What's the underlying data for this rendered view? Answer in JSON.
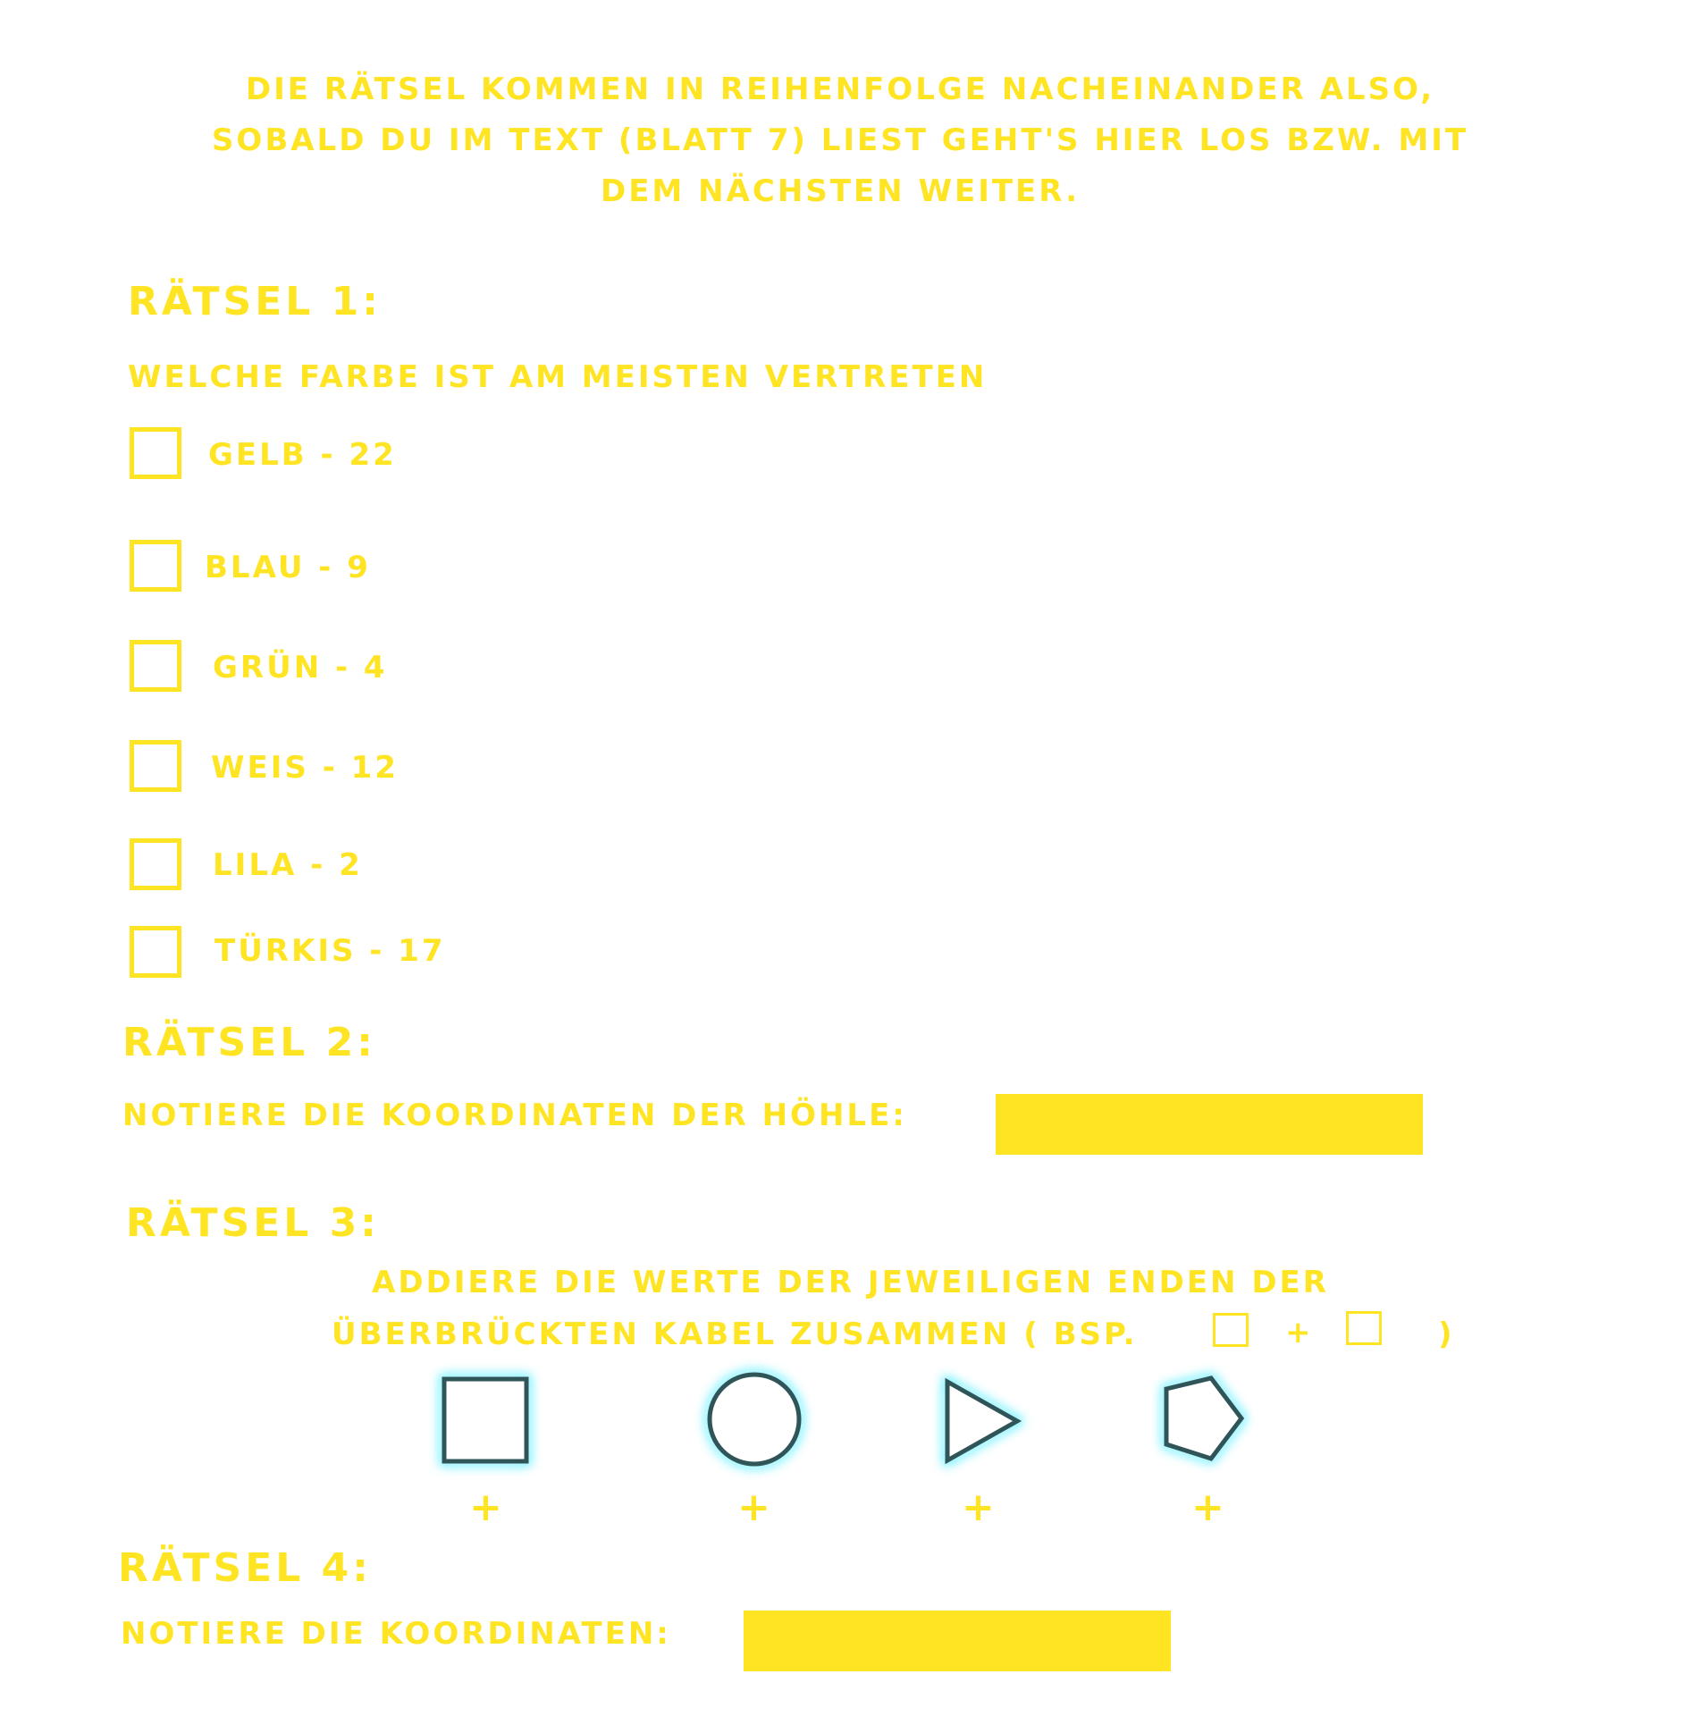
{
  "intro": {
    "line1": "Die Rätsel kommen in Reihenfolge nacheinander also,",
    "line2": "sobald du im Text (Blatt 7) liest geht's hier los bzw. mit",
    "line3": "dem nächsten weiter."
  },
  "puzzle1": {
    "heading": "Rätsel 1:",
    "question": "Welche Farbe ist am meisten vertreten",
    "options": [
      {
        "label": "Gelb - 22"
      },
      {
        "label": "Blau - 9"
      },
      {
        "label": "Grün - 4"
      },
      {
        "label": "Weis - 12"
      },
      {
        "label": "Lila - 2"
      },
      {
        "label": "Türkis - 17"
      }
    ]
  },
  "puzzle2": {
    "heading": "Rätsel 2:",
    "prompt": "Notiere die Koordinaten der Höhle:"
  },
  "puzzle3": {
    "heading": "Rätsel 3:",
    "instruction_line1": "Addiere die Werte der jeweiligen Enden der",
    "instruction_line2_prefix": "überbrückten Kabel zusammen ( bsp.",
    "instruction_plus": "+",
    "instruction_suffix": ")",
    "plus": "+",
    "shapes": [
      {
        "icon": "square-icon"
      },
      {
        "icon": "circle-icon"
      },
      {
        "icon": "triangle-icon"
      },
      {
        "icon": "pentagon-icon"
      }
    ]
  },
  "puzzle4": {
    "heading": "Rätsel 4:",
    "prompt": "Notiere die Koordinaten:"
  },
  "colors": {
    "text": "#ffe424",
    "shape_stroke": "#2f5558",
    "shape_glow": "#7ff3ff"
  }
}
